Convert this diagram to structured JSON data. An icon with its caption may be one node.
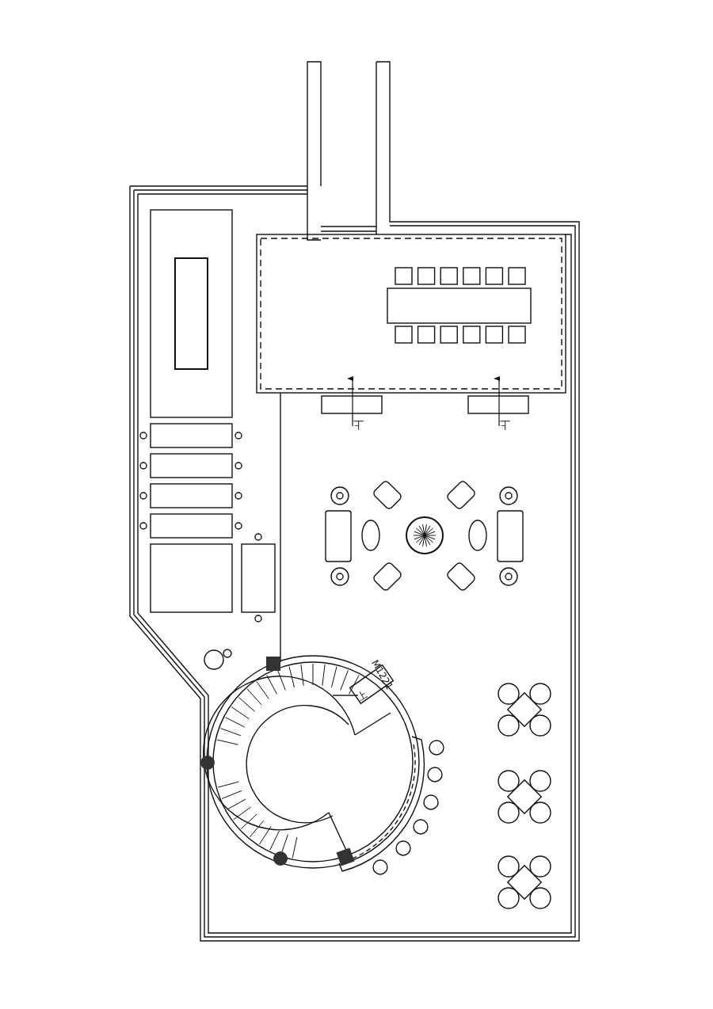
{
  "diagram": {
    "labels": [
      "上",
      "上",
      "M1221",
      "上"
    ]
  }
}
